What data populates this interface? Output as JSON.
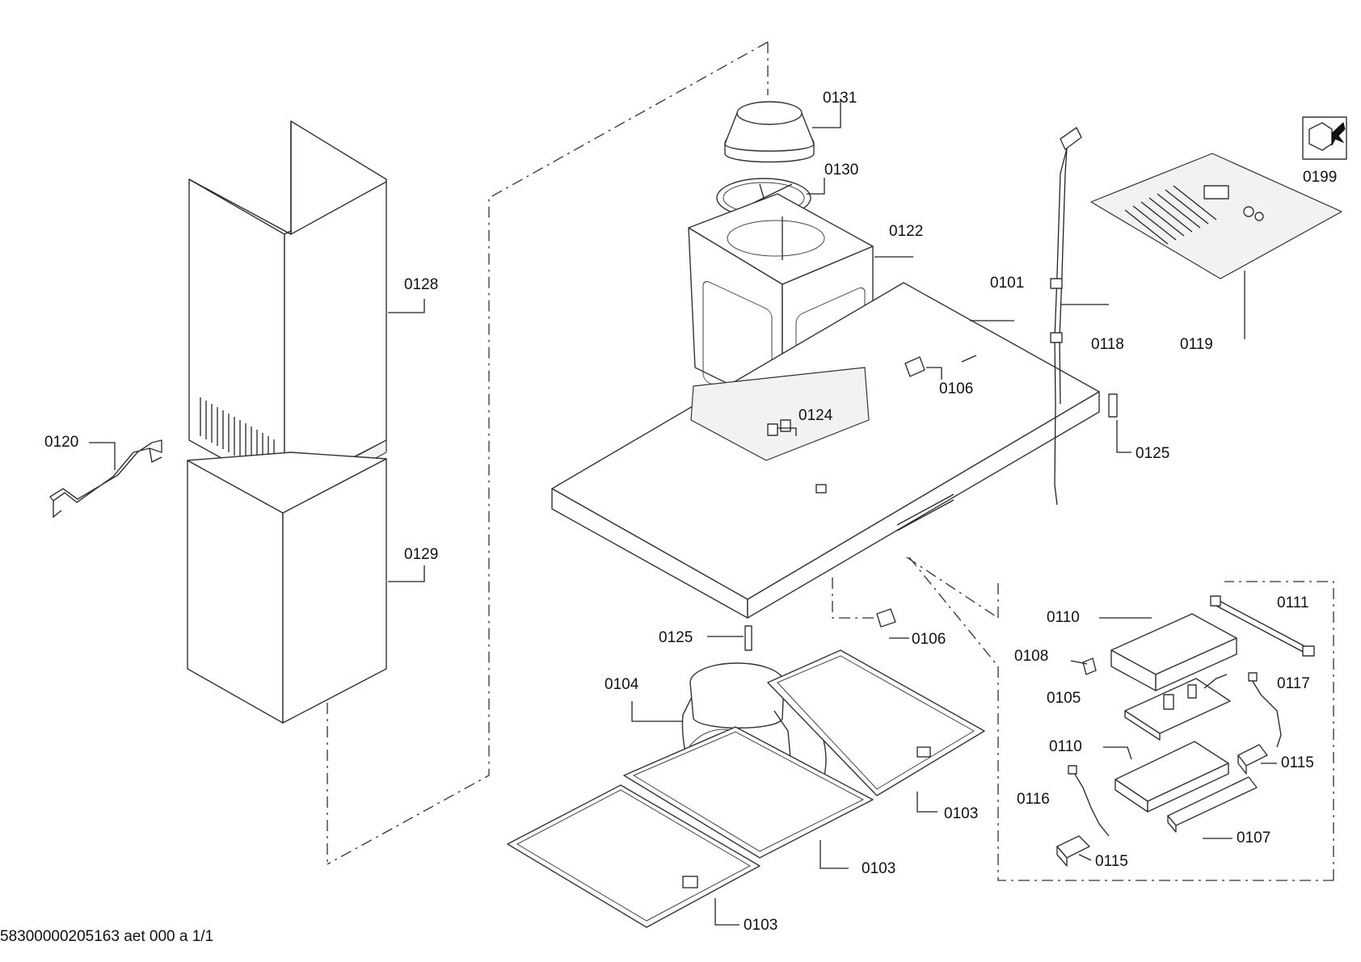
{
  "labels": {
    "l0131": "0131",
    "l0130": "0130",
    "l0122": "0122",
    "l0128": "0128",
    "l0101": "0101",
    "l0118": "0118",
    "l0119": "0119",
    "l0199": "0199",
    "l0106a": "0106",
    "l0124": "0124",
    "l0120": "0120",
    "l0125a": "0125",
    "l0129": "0129",
    "l0125b": "0125",
    "l0106b": "0106",
    "l0111": "0111",
    "l0110a": "0110",
    "l0108": "0108",
    "l0105": "0105",
    "l0104": "0104",
    "l0117": "0117",
    "l0110b": "0110",
    "l0115a": "0115",
    "l0116": "0116",
    "l0103a": "0103",
    "l0107": "0107",
    "l0103b": "0103",
    "l0115b": "0115",
    "l0103c": "0103"
  },
  "footer": "58300000205163 aet 000 a 1/1"
}
